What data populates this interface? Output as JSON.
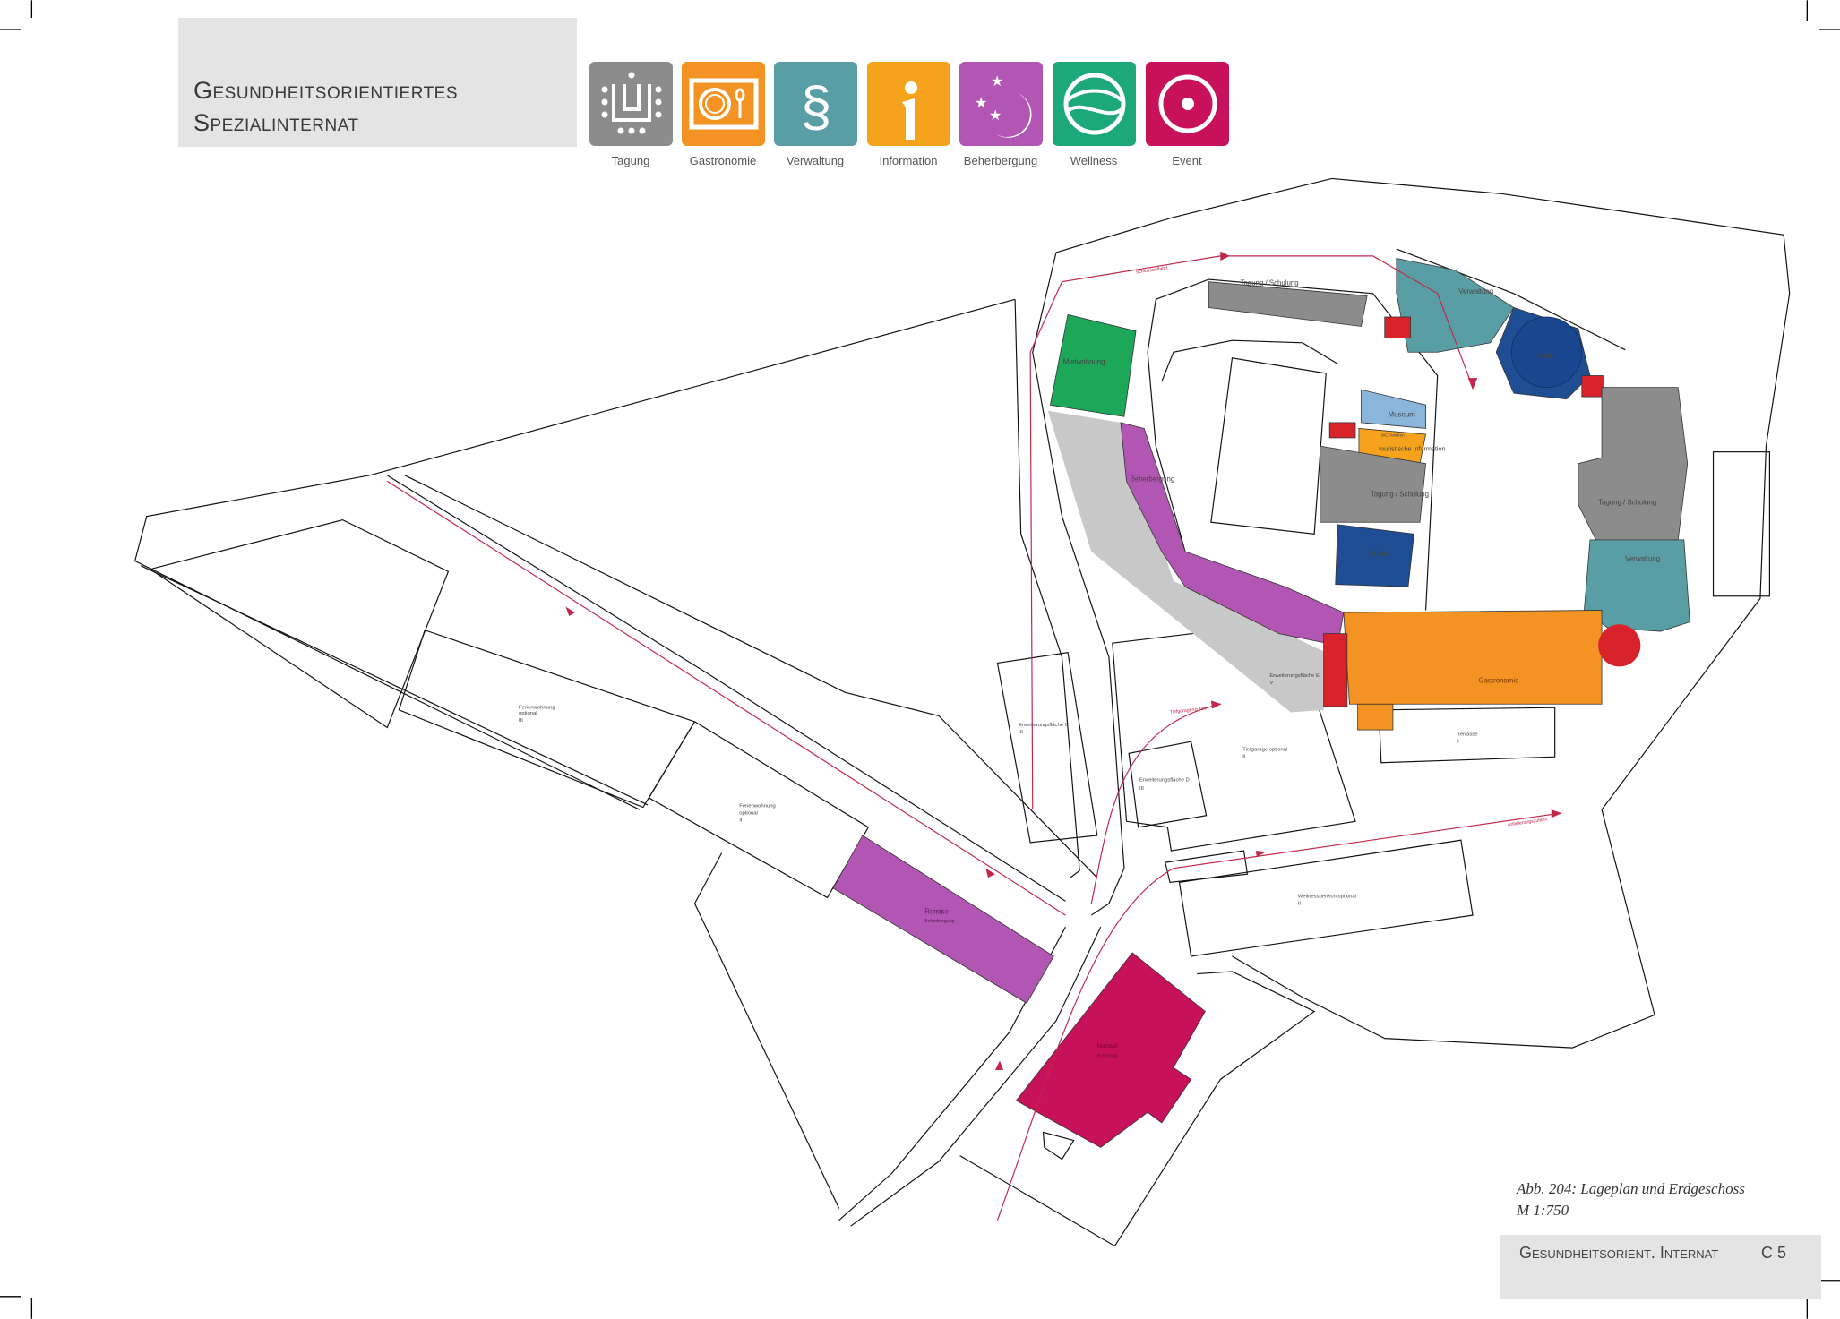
{
  "header": {
    "title_line1": "Gesundheitsorientiertes",
    "title_line2": "Spezialinternat"
  },
  "legend": [
    {
      "label": "Tagung",
      "icon": "conference-table-icon",
      "color": "#8c8c8c"
    },
    {
      "label": "Gastronomie",
      "icon": "plate-icon",
      "color": "#f39323"
    },
    {
      "label": "Verwaltung",
      "icon": "paragraph-icon",
      "color": "#5a9ea5"
    },
    {
      "label": "Information",
      "icon": "info-icon",
      "color": "#f5a21d"
    },
    {
      "label": "Beherbergung",
      "icon": "moon-stars-icon",
      "color": "#b157b3"
    },
    {
      "label": "Wellness",
      "icon": "waves-icon",
      "color": "#1ca878"
    },
    {
      "label": "Event",
      "icon": "target-icon",
      "color": "#c7115a"
    }
  ],
  "plan_labels": {
    "tagung_north": "Tagung / Schulung",
    "verwaltung_north": "Verwaltung",
    "kultur_east": "Kultur",
    "mietwohnung": "Mietwohnung",
    "museum": "Museum",
    "info_small": "WC Toiletten",
    "touristische_info": "touristische Information",
    "beherbergung": "Beherbergung",
    "tagung_middle": "Tagung / Schulung",
    "kultur_middle": "Kultur",
    "tagung_east": "Tagung / Schulung",
    "verwaltung_east": "Verwaltung",
    "gastronomie": "Gastronomie",
    "erweiterung_e": "Erweiterungsfläche E",
    "erweiterung_e_level": "V",
    "erweiterung_c": "Erweiterungsfläche C",
    "erweiterung_c_level": "III",
    "erweiterung_d": "Erweiterungsfläche D",
    "erweiterung_d_level": "III",
    "tiefgarage": "Tiefgarage optional",
    "tiefgarage_level": "II",
    "terrasse": "Terrasse",
    "terrasse_level": "I",
    "wellness": "Wellnessbereich optional",
    "wellness_level": "II",
    "ferien1": "Ferienwohnung",
    "ferien1_opt": "optional",
    "ferien1_level": "III",
    "ferien2": "Ferienwohnung",
    "ferien2_opt": "optional",
    "ferien2_level": "II",
    "remise": "Remise",
    "remise_use": "Beherbergung",
    "marstall": "Marstall",
    "marstall_use": "Eventsaal",
    "route_schloss": "Schlossauffahrt",
    "route_tiefgarage": "Tiefgaragenzufahrt",
    "route_anlieferung": "Anlieferungszufahrt"
  },
  "caption": {
    "line1": "Abb. 204: Lageplan und Erdgeschoss",
    "line2": "M 1:750"
  },
  "footer": {
    "title": "Gesundheitsorient. Internat",
    "page": "C 5"
  },
  "colors": {
    "tagung": "#8c8c8c",
    "gastronomie": "#f39323",
    "verwaltung": "#5a9ea5",
    "kultur": "#1f4e94",
    "museum": "#8ab6db",
    "beherbergung": "#b157b3",
    "wellness": "#1ca858",
    "event": "#c7115a",
    "circulation": "#d8232a",
    "route": "#c2274a"
  }
}
